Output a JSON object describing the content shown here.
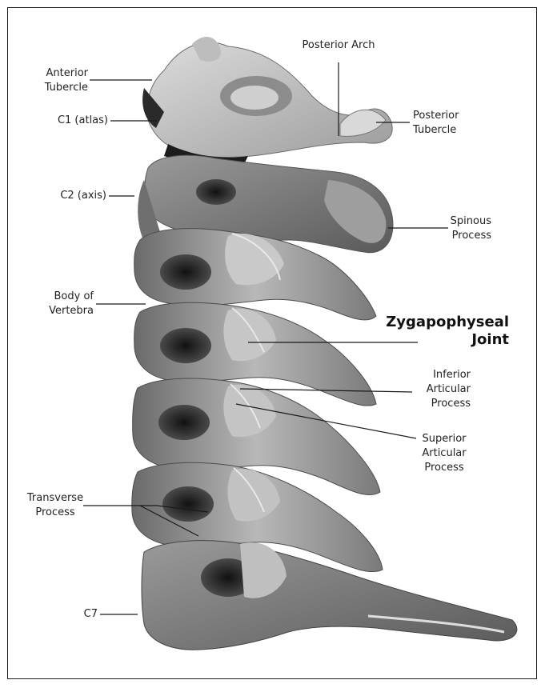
{
  "colors": {
    "bone_light": "#d6d6d6",
    "bone_mid": "#a9a9a9",
    "bone_dark": "#5c5c5c",
    "shadow": "#1e1e1e",
    "line": "#1a1a1a"
  },
  "labels": {
    "anterior_tubercle": "Anterior\nTubercle",
    "c1_atlas": "C1 (atlas)",
    "c2_axis": "C2 (axis)",
    "body_of_vertebra": "Body of\nVertebra",
    "transverse_process": "Transverse\nProcess",
    "c7": "C7",
    "posterior_arch": "Posterior Arch",
    "posterior_tubercle": "Posterior\nTubercle",
    "spinous_process": "Spinous\nProcess",
    "zygapophyseal_joint": "Zygapophyseal\nJoint",
    "inferior_articular_process": "Inferior\nArticular\nProcess",
    "superior_articular_process": "Superior\nArticular\nProcess"
  }
}
